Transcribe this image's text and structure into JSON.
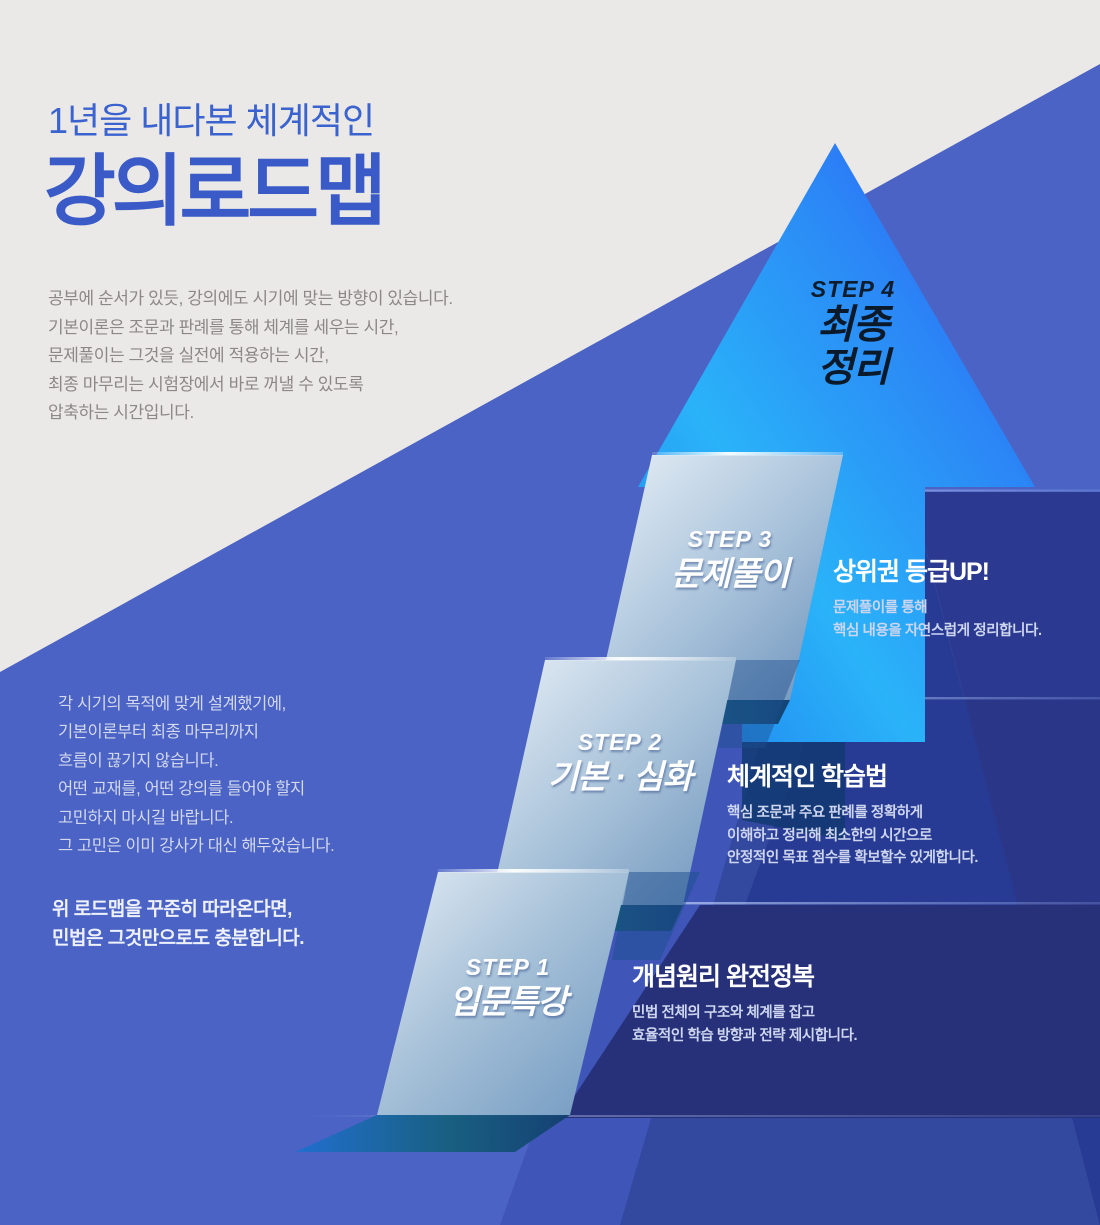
{
  "header": {
    "kicker": "1년을 내다본 체계적인",
    "title": "강의로드맵",
    "intro": "공부에 순서가 있듯, 강의에도 시기에 맞는 방향이 있습니다.\n기본이론은 조문과 판례를 통해 체계를 세우는 시간,\n문제풀이는 그것을 실전에 적용하는 시간,\n최종 마무리는 시험장에서 바로 꺼낼 수 있도록\n압축하는 시간입니다."
  },
  "left_copy": {
    "body": "각 시기의 목적에 맞게 설계했기에,\n기본이론부터 최종 마무리까지\n흐름이 끊기지 않습니다.\n어떤 교재를, 어떤 강의를 들어야 할지\n고민하지 마시길 바랍니다.\n그 고민은 이미 강사가 대신 해두었습니다.",
    "closing": "위 로드맵을 꾸준히 따라온다면,\n민법은 그것만으로도 충분합니다."
  },
  "steps": [
    {
      "number": "STEP 1",
      "title": "입문특강",
      "desc_heading": "개념원리 완전정복",
      "desc_body": "민법 전체의 구조와 체계를 잡고\n효율적인 학습 방향과 전략 제시합니다."
    },
    {
      "number": "STEP 2",
      "title": "기본 · 심화",
      "desc_heading": "체계적인 학습법",
      "desc_body": "핵심 조문과 주요 판례를 정확하게\n이해하고 정리해 최소한의 시간으로\n안정적인 목표 점수를 확보할수 있게합니다."
    },
    {
      "number": "STEP 3",
      "title": "문제풀이",
      "desc_heading": "상위권 등급UP!",
      "desc_body": "문제풀이를 통해\n핵심 내용을 자연스럽게 정리합니다."
    },
    {
      "number": "STEP 4",
      "title": "최종\n정리",
      "desc_heading": "",
      "desc_body": ""
    }
  ],
  "colors": {
    "page_background": "#ebe9e7",
    "brand_blue": "#3a5bc7",
    "kicker_blue": "#3b63cf",
    "intro_gray": "#8b8885",
    "panel_blue": "#4a63c4",
    "deep_navy": "#27317a",
    "arrow_cyan": "#2ec0f7",
    "arrow_blue": "#2a5bf0",
    "slab_light": "#dfe8f2",
    "slab_mid": "#7fa3c6"
  }
}
